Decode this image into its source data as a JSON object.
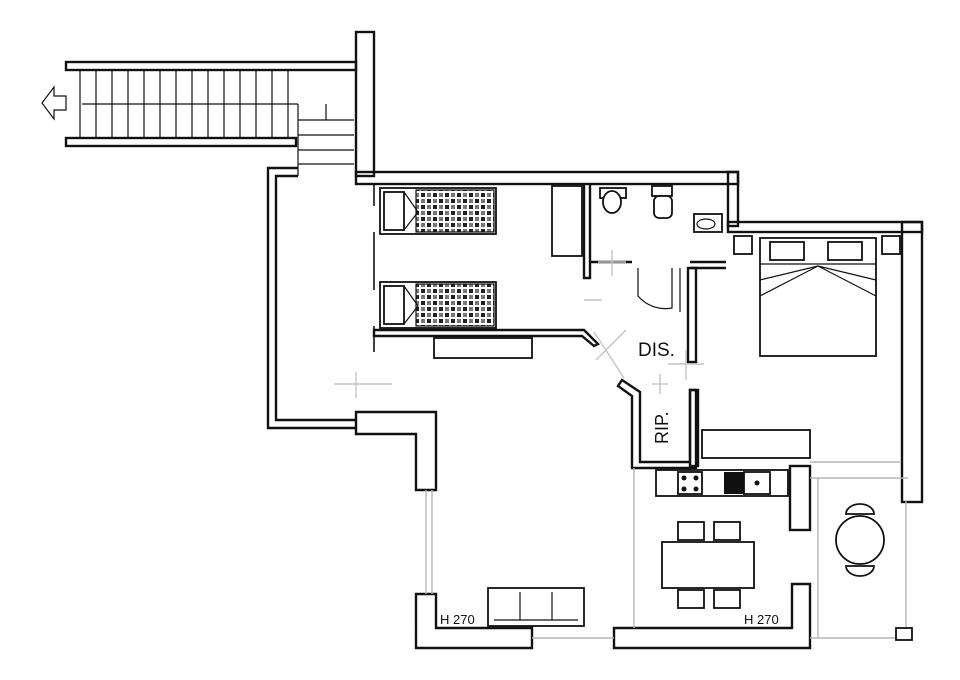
{
  "rooms": {
    "dis": "DIS.",
    "rip": "RIP."
  },
  "heights": {
    "living": "H 270",
    "kitchen": "H 270"
  }
}
